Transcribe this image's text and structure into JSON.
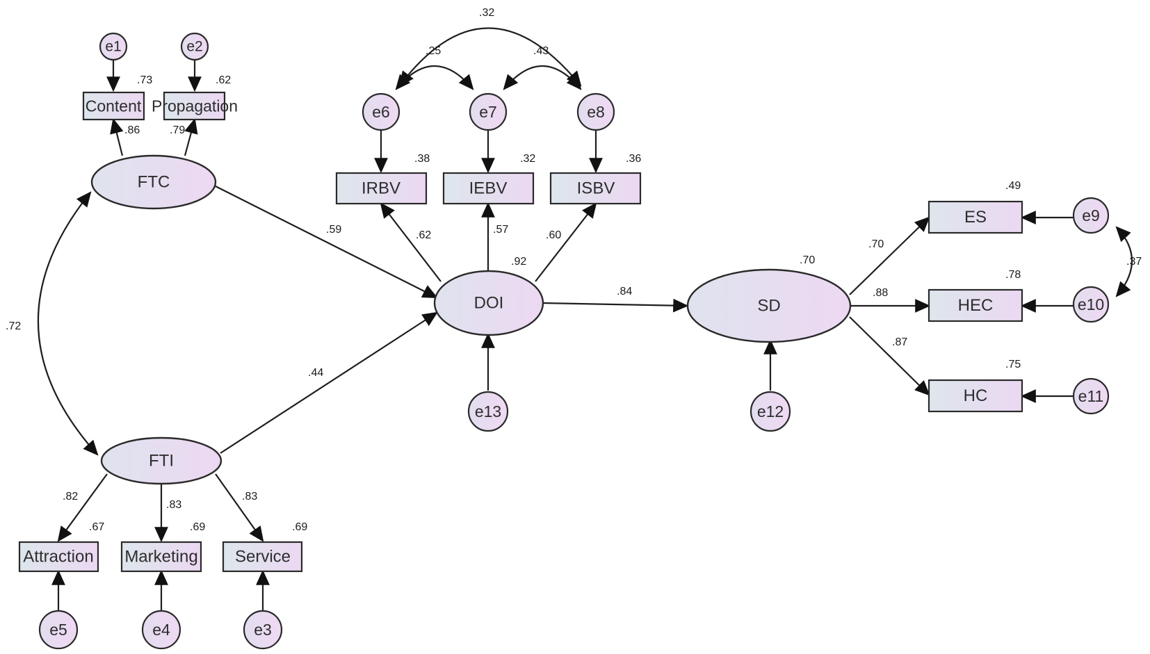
{
  "nodes": {
    "e1": "e1",
    "e2": "e2",
    "e3": "e3",
    "e4": "e4",
    "e5": "e5",
    "e6": "e6",
    "e7": "e7",
    "e8": "e8",
    "e9": "e9",
    "e10": "e10",
    "e11": "e11",
    "e12": "e12",
    "e13": "e13",
    "content": "Content",
    "propagation": "Propagation",
    "irbv": "IRBV",
    "iebv": "IEBV",
    "isbv": "ISBV",
    "es": "ES",
    "hec": "HEC",
    "hc": "HC",
    "attraction": "Attraction",
    "marketing": "Marketing",
    "service": "Service",
    "ftc": "FTC",
    "fti": "FTI",
    "doi": "DOI",
    "sd": "SD"
  },
  "coefficients": {
    "content_r2": ".73",
    "propagation_r2": ".62",
    "ftc_content": ".86",
    "ftc_propagation": ".79",
    "irbv_r2": ".38",
    "iebv_r2": ".32",
    "isbv_r2": ".36",
    "doi_irbv": ".62",
    "doi_iebv": ".57",
    "doi_isbv": ".60",
    "doi_r2": ".92",
    "ftc_doi": ".59",
    "fti_doi": ".44",
    "ftc_fti": ".72",
    "doi_sd": ".84",
    "sd_r2": ".70",
    "sd_es": ".70",
    "sd_hec": ".88",
    "sd_hc": ".87",
    "es_r2": ".49",
    "hec_r2": ".78",
    "hc_r2": ".75",
    "e9_e10": ".37",
    "e6_e7": ".25",
    "e7_e8": ".43",
    "e6_e8": ".32",
    "fti_attraction": ".82",
    "fti_marketing": ".83",
    "fti_service": ".83",
    "attraction_r2": ".67",
    "marketing_r2": ".69",
    "service_r2": ".69"
  }
}
